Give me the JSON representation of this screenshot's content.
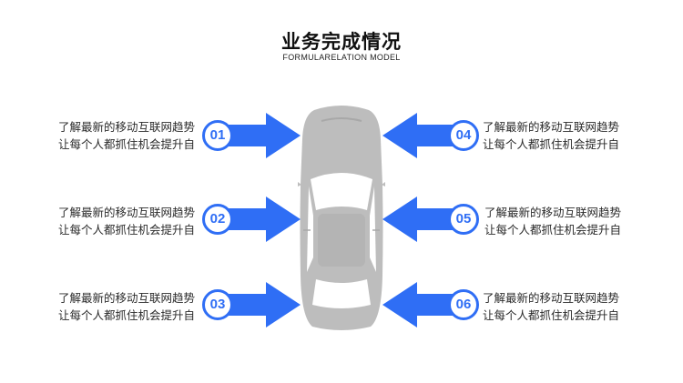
{
  "title": "业务完成情况",
  "subtitle": "FORMULARELATION MODEL",
  "colors": {
    "accent": "#2f6ef5",
    "car": "#bdbdbd",
    "car_glass": "#ffffff"
  },
  "items": [
    {
      "number": "01",
      "line1": "了解最新的移动互联网趋势",
      "line2": "让每个人都抓住机会提升自"
    },
    {
      "number": "02",
      "line1": "了解最新的移动互联网趋势",
      "line2": "让每个人都抓住机会提升自"
    },
    {
      "number": "03",
      "line1": "了解最新的移动互联网趋势",
      "line2": "让每个人都抓住机会提升自"
    },
    {
      "number": "04",
      "line1": "了解最新的移动互联网趋势",
      "line2": "让每个人都抓住机会提升自"
    },
    {
      "number": "05",
      "line1": "了解最新的移动互联网趋势",
      "line2": "让每个人都抓住机会提升自"
    },
    {
      "number": "06",
      "line1": "了解最新的移动互联网趋势",
      "line2": "让每个人都抓住机会提升自"
    }
  ]
}
